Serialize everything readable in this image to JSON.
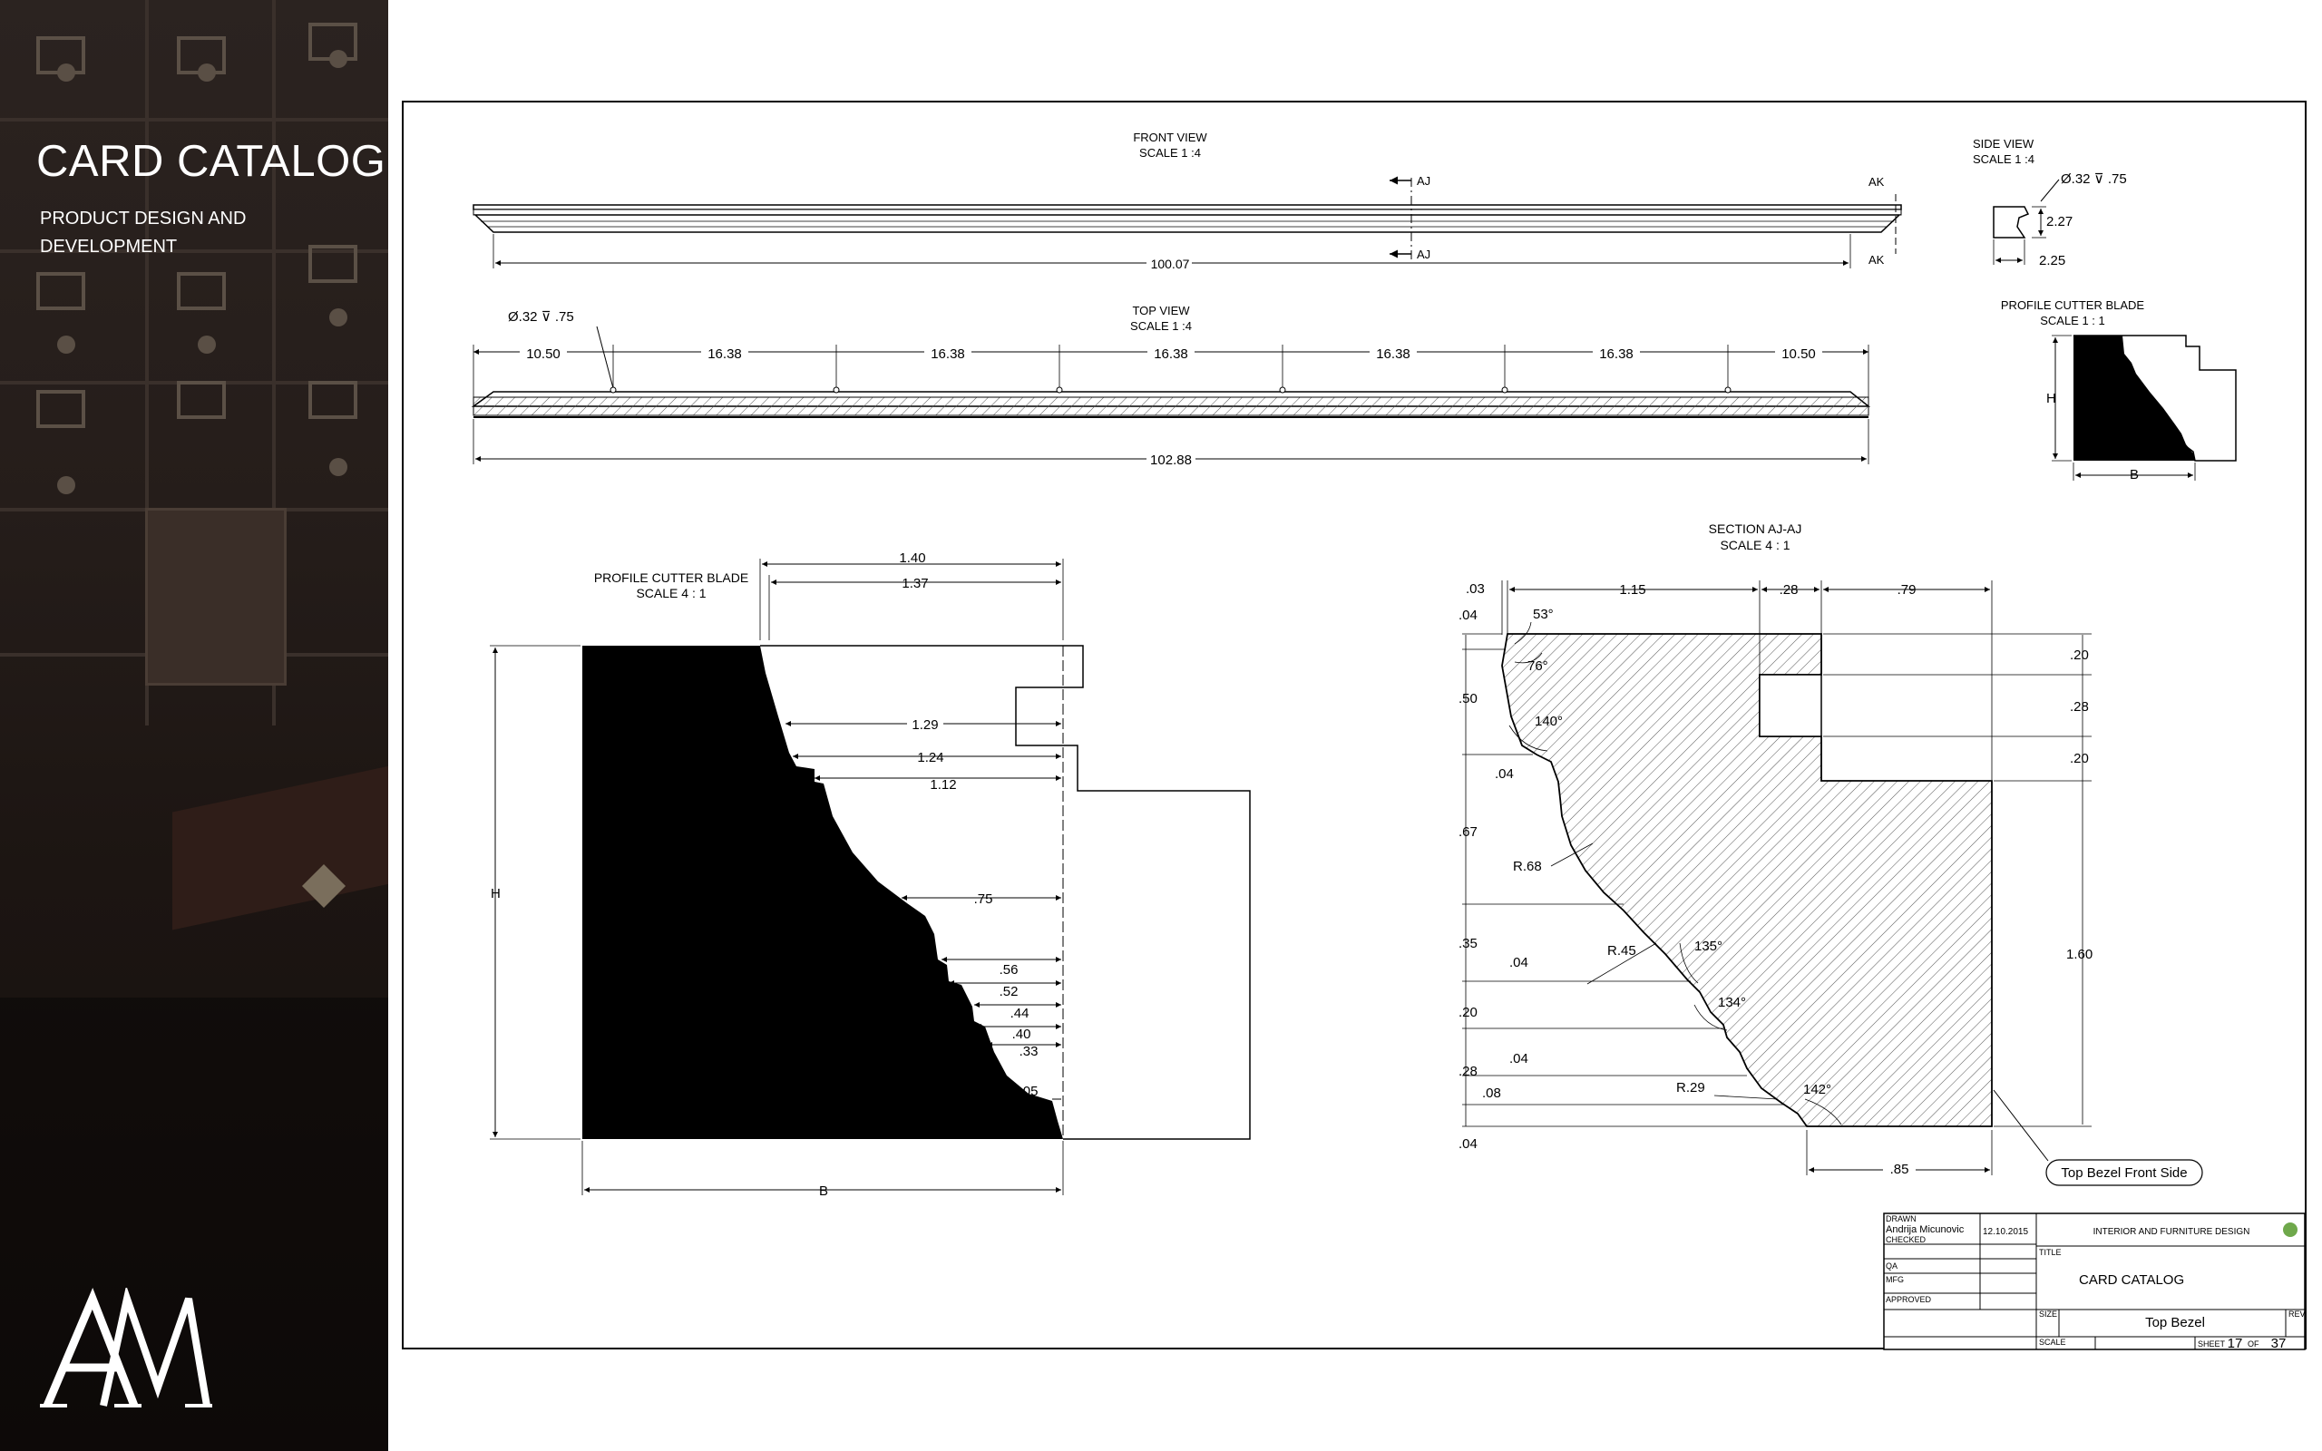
{
  "sidebar": {
    "title": "CARD CATALOG",
    "subtitle": "PRODUCT DESIGN AND DEVELOPMENT",
    "logo": "AM",
    "background": "photo of a dark wooden card catalog cabinet with brass drawer pulls"
  },
  "views": {
    "front": {
      "title": "FRONT VIEW",
      "scale": "SCALE 1 :4",
      "length": "100.07",
      "section_a": "AJ",
      "section_b": "AK"
    },
    "top": {
      "title": "TOP VIEW",
      "scale": "SCALE 1 :4",
      "hole_note": "Ø.32 ⊽ .75",
      "spacings": [
        "10.50",
        "16.38",
        "16.38",
        "16.38",
        "16.38",
        "16.38",
        "10.50"
      ],
      "length": "102.88"
    },
    "side": {
      "title": "SIDE VIEW",
      "scale": "SCALE 1 :4",
      "hole_note": "Ø.32 ⊽ .75",
      "height": "2.27",
      "width": "2.25"
    },
    "profile_small": {
      "title": "PROFILE CUTTER BLADE",
      "scale": "SCALE 1 : 1",
      "h_label": "H",
      "b_label": "B"
    },
    "profile_large": {
      "title": "PROFILE CUTTER BLADE",
      "scale": "SCALE 4 : 1",
      "h_label": "H",
      "b_label": "B",
      "dims": [
        "1.40",
        "1.37",
        "1.29",
        "1.24",
        "1.12",
        ".75",
        ".56",
        ".52",
        ".44",
        ".40",
        ".33",
        ".05"
      ]
    },
    "section": {
      "title": "SECTION AJ-AJ",
      "scale": "SCALE 4 : 1",
      "top_dims": [
        ".03",
        "1.15",
        ".28",
        ".79"
      ],
      "left_dims": [
        ".04",
        ".50",
        ".04",
        ".67",
        ".35",
        ".04",
        ".20",
        ".04",
        ".28",
        ".08",
        ".04"
      ],
      "right_dims": [
        ".20",
        ".28",
        ".20",
        "1.60"
      ],
      "angles": [
        "53°",
        "76°",
        "140°",
        "135°",
        "134°",
        "142°"
      ],
      "radii": [
        "R.68",
        "R.45",
        "R.29"
      ],
      "bottom_dim": ".85",
      "callout": "Top Bezel Front Side"
    }
  },
  "title_block": {
    "drawn_label": "DRAWN",
    "drawn_by": "Andrija Micunovic",
    "date": "12.10.2015",
    "checked_label": "CHECKED",
    "qa_label": "QA",
    "mfg_label": "MFG",
    "approved_label": "APPROVED",
    "company": "INTERIOR AND FURNITURE DESIGN",
    "title_label": "TITLE",
    "title": "CARD CATALOG",
    "size_label": "SIZE",
    "part": "Top Bezel",
    "rev_label": "REV",
    "scale_label": "SCALE",
    "sheet_label": "SHEET",
    "sheet": "17",
    "of_label": "OF",
    "total": "37"
  }
}
